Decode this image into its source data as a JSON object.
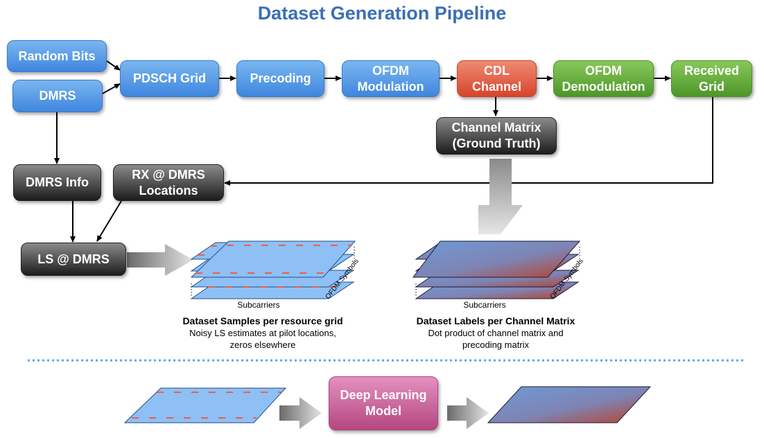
{
  "title": "Dataset Generation Pipeline",
  "nodes": {
    "random_bits": "Random Bits",
    "dmrs": "DMRS",
    "pdsch_grid": "PDSCH Grid",
    "precoding": "Precoding",
    "ofdm_modulation": "OFDM\nModulation",
    "cdl_channel": "CDL\nChannel",
    "ofdm_demodulation": "OFDM\nDemodulation",
    "received_grid": "Received\nGrid",
    "channel_matrix": "Channel Matrix\n(Ground Truth)",
    "dmrs_info": "DMRS Info",
    "rx_dmrs": "RX @ DMRS\nLocations",
    "ls_dmrs": "LS @ DMRS",
    "deep_learning_model": "Deep Learning\nModel"
  },
  "grid_labels": {
    "subcarriers": "Subcarriers",
    "ofdm_symbols": "OFDM Symbols"
  },
  "samples_caption": {
    "title": "Dataset Samples per resource grid",
    "description": "Noisy LS estimates at pilot locations,\nzeros elsewhere"
  },
  "labels_caption": {
    "title": "Dataset Labels per Channel Matrix",
    "description": "Dot product of channel matrix and\nprecoding matrix"
  },
  "colors": {
    "title": "#3a6fb5",
    "blue_node": "#4f93e2",
    "red_node": "#d6452b",
    "green_node": "#5aa52f",
    "black_node": "#2a2a2a",
    "pink_node": "#c2568d",
    "pilot": "#e8604a",
    "grid_fill": "#8ec0f5",
    "separator": "#5aa6e8"
  }
}
